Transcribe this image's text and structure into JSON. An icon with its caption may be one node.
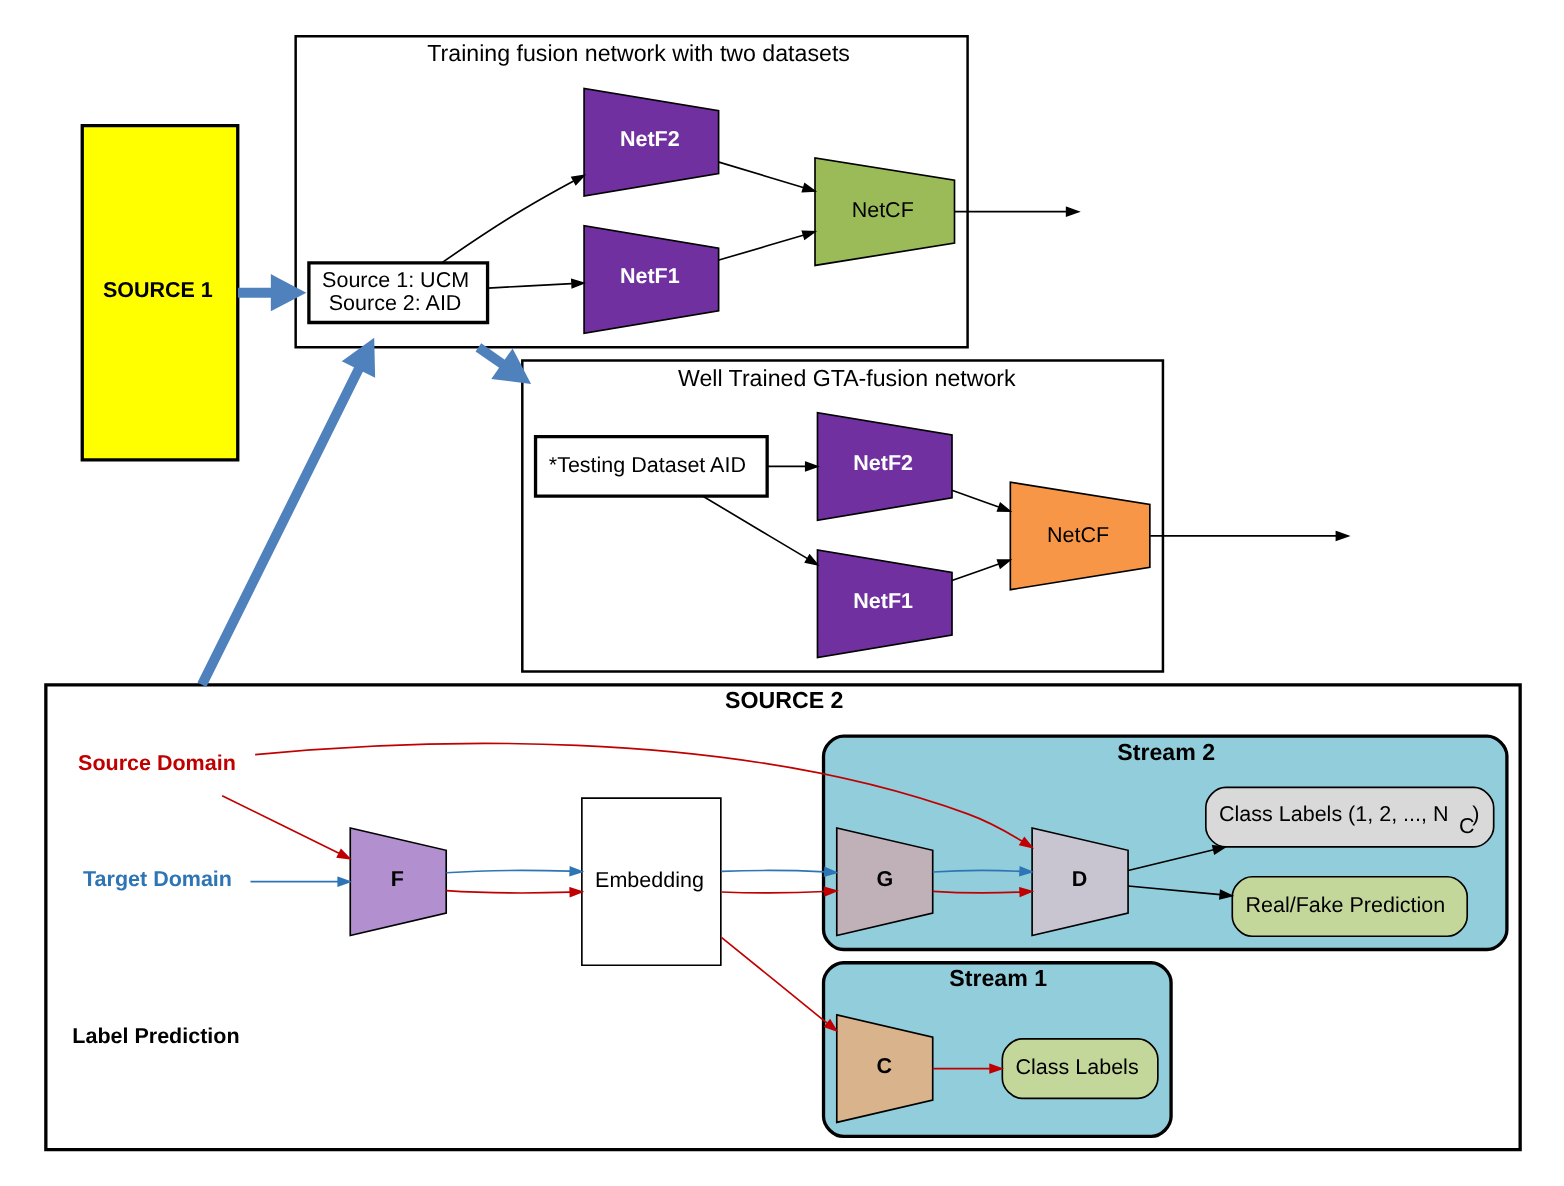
{
  "diagram": {
    "nodes": [
      {
        "text": [
          "SOURCE 1"
        ]
      },
      {
        "text": [
          "SOURCE 2"
        ]
      },
      {
        "text": [
          "Source Domain"
        ],
        "in": 1
      },
      {
        "text": [
          "Target Domain"
        ],
        "in": 1
      },
      {
        "text": [
          "F"
        ],
        "in": 1
      },
      {
        "text": [
          "Embedding"
        ],
        "in": 1
      },
      {
        "text": [
          "Stream 1"
        ],
        "in": 1
      },
      {
        "text": [
          "C"
        ],
        "in": 6
      },
      {
        "text": [
          "Class Labels"
        ],
        "in": 6
      },
      {
        "text": [
          "Stream 2"
        ],
        "in": 1
      },
      {
        "text": [
          "G"
        ],
        "in": 9
      },
      {
        "text": [
          "D"
        ],
        "in": 9
      },
      {
        "text": [
          "Real/Fake Prediction"
        ],
        "in": 9
      },
      {
        "text": [
          "Class Labels (1, 2, ..., N$_{C}$)"
        ],
        "in": 9
      },
      {
        "text": [
          "Training fusion network with two datasets"
        ]
      },
      {
        "text": [
          "Source 1: UCM",
          "Source 2: AID"
        ],
        "in": 14
      },
      {
        "text": [
          "NetF1"
        ],
        "in": 14
      },
      {
        "text": [
          "NetF2"
        ],
        "in": 14
      },
      {
        "text": [
          "NetCF"
        ],
        "in": 14
      },
      {
        "text": [
          "Well Trained GTA-fusion network"
        ]
      },
      {
        "text": [
          "*Testing Dataset AID"
        ],
        "in": 19
      },
      {
        "text": [
          "NetF1"
        ],
        "in": 19
      },
      {
        "text": [
          "NetF2"
        ],
        "in": 19
      },
      {
        "text": [
          "NetCF"
        ],
        "in": 19
      }
    ],
    "edges": [
      {
        "from": 2,
        "to": 4,
        "arrow": "to",
        "color": "#c00000"
      },
      {
        "from": 3,
        "to": 4,
        "arrow": "to",
        "color": "#2e75b6"
      },
      {
        "from": 4,
        "to": 5,
        "arrow": "to",
        "color": "#c00000"
      },
      {
        "from": 4,
        "to": 5,
        "arrow": "to",
        "color": "#2e75b6"
      },
      {
        "from": 5,
        "to": 7,
        "arrow": "to",
        "color": "#c00000"
      },
      {
        "from": 7,
        "to": 8,
        "arrow": "to",
        "color": "#c00000"
      },
      {
        "from": 5,
        "to": 10,
        "arrow": "to",
        "color": "#c00000"
      },
      {
        "from": 5,
        "to": 10,
        "arrow": "to",
        "color": "#2e75b6"
      },
      {
        "from": 10,
        "to": 11,
        "arrow": "to",
        "color": "#c00000"
      },
      {
        "from": 10,
        "to": 11,
        "arrow": "to",
        "color": "#2e75b6"
      },
      {
        "from": 2,
        "to": 11,
        "arrow": "to",
        "color": "#c00000"
      },
      {
        "from": 11,
        "to": 12,
        "arrow": "to"
      },
      {
        "from": 11,
        "to": 13,
        "arrow": "to"
      },
      {
        "from": 0,
        "to": 14,
        "arrow": "to",
        "style": "thick",
        "color": "#4f81bd"
      },
      {
        "from": 1,
        "to": 14,
        "arrow": "to",
        "style": "thick",
        "color": "#4f81bd"
      },
      {
        "from": 15,
        "to": 16,
        "arrow": "to"
      },
      {
        "from": 15,
        "to": 17,
        "arrow": "to"
      },
      {
        "from": 16,
        "to": 18,
        "arrow": "to"
      },
      {
        "from": 17,
        "to": 18,
        "arrow": "to"
      },
      {
        "from": 18,
        "to": null,
        "arrow": "to"
      },
      {
        "from": 14,
        "to": 19,
        "arrow": "to",
        "style": "thick",
        "color": "#4f81bd"
      },
      {
        "from": 20,
        "to": 21,
        "arrow": "to"
      },
      {
        "from": 20,
        "to": 22,
        "arrow": "to"
      },
      {
        "from": 21,
        "to": 23,
        "arrow": "to"
      },
      {
        "from": 22,
        "to": 23,
        "arrow": "to"
      },
      {
        "from": 23,
        "to": null,
        "arrow": "to"
      }
    ],
    "labels": [
      "Label Prediction"
    ]
  }
}
